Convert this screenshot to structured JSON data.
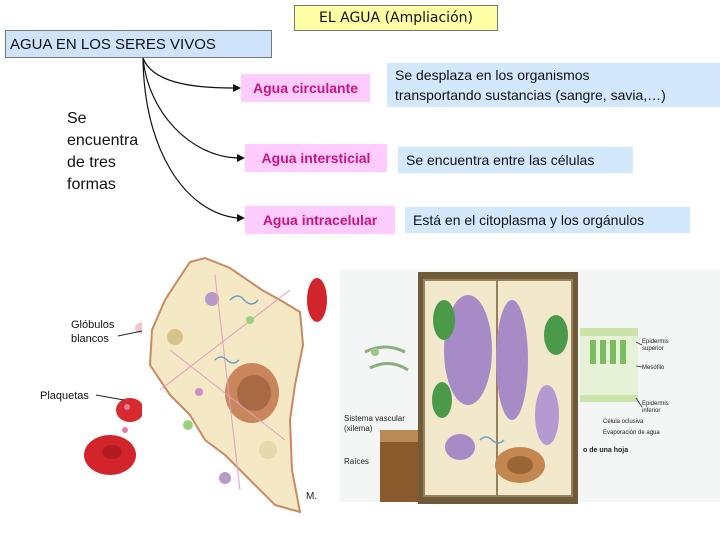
{
  "title": "EL AGUA (Ampliación)",
  "main_topic": "AGUA EN LOS SERES VIVOS",
  "forms_text": "Se\nencuentra\nde tres\nformas",
  "types": [
    {
      "name": "Agua circulante",
      "description": "Se desplaza en los organismos\ntransportando sustancias (sangre, savia,…)"
    },
    {
      "name": "Agua intersticial",
      "description": "Se encuentra entre las células"
    },
    {
      "name": "Agua intracelular",
      "description": "Está en el citoplasma y los orgánulos"
    }
  ],
  "blood_labels": {
    "white": "Glóbulos\nblancos",
    "platelets": "Plaquetas"
  },
  "leaf_labels": {
    "vascular": "Sistema vascular\n(xilema)",
    "roots": "Raíces",
    "caption": "o de una hoja",
    "epid_sup": "Epidermis\nsuperior",
    "mesofilo": "Mesófilo",
    "epid_inf": "Epidermis\ninferior",
    "oclusiva": "Célula oclusiva",
    "evap": "Evaporación de agua"
  },
  "corner_mark": "M.",
  "colors": {
    "title_bg": "#ffffa6",
    "topic_bg": "#cfe3fa",
    "pink_bg": "#ffccff",
    "pink_text": "#c8147c",
    "desc_bg": "#d3e8fd"
  }
}
